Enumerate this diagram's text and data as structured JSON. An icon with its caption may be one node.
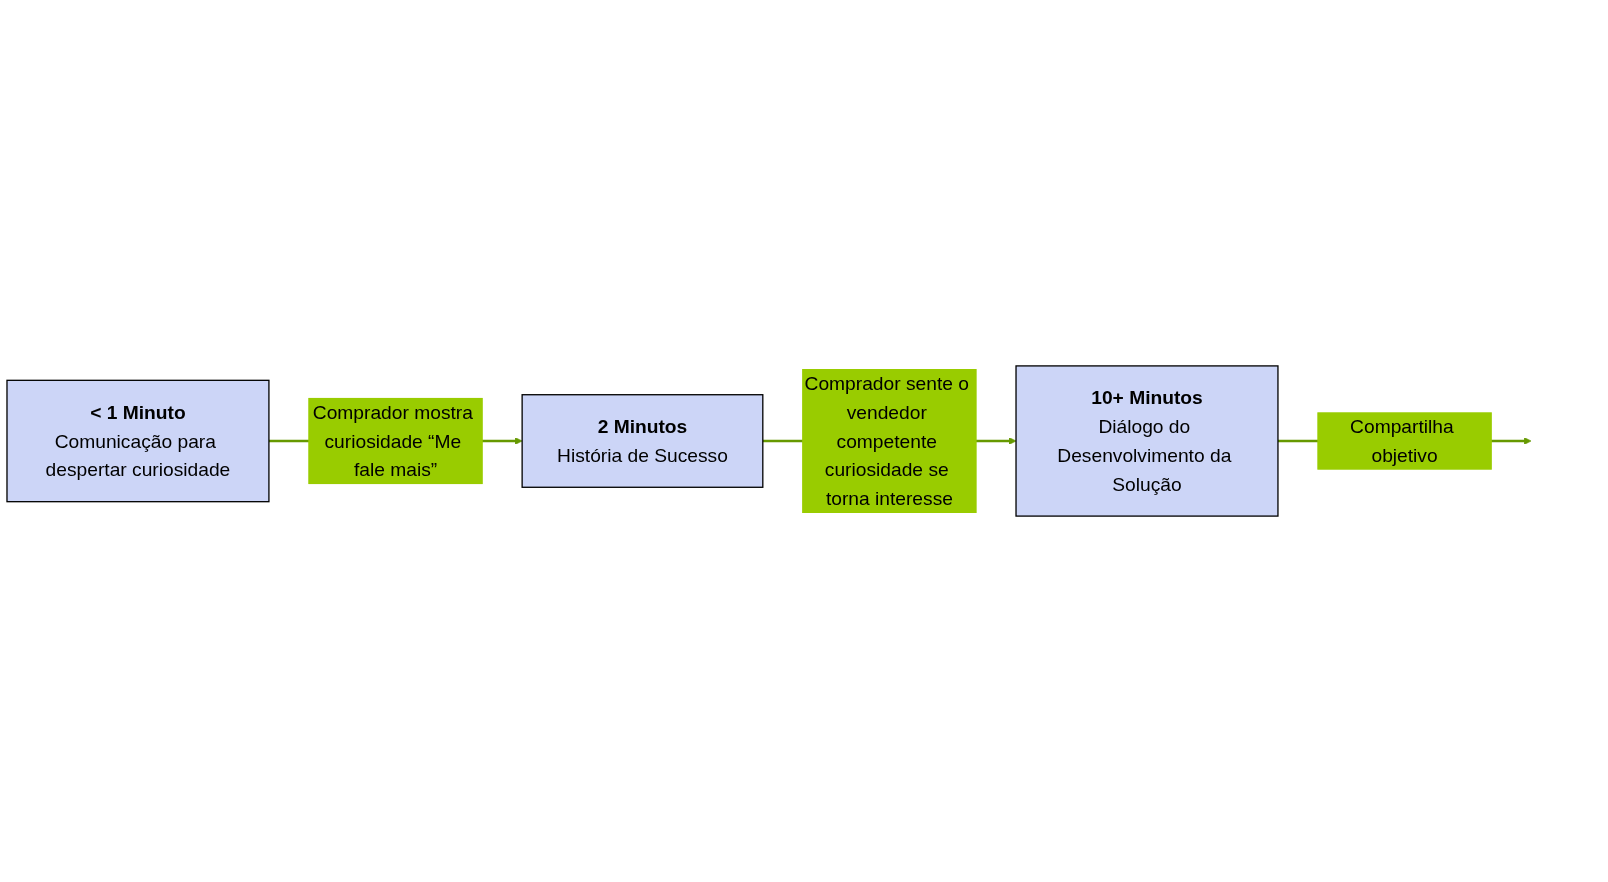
{
  "diagram": {
    "nodes": [
      {
        "text": [
          "< 1 Minuto",
          "Comunicação para despertar curiosidade"
        ]
      },
      {
        "text": [
          "2 Minutos",
          "História de Sucesso"
        ]
      },
      {
        "text": [
          "10+ Minutos",
          "Diálogo do Desenvolvimento da Solução"
        ]
      }
    ],
    "edges": [
      {
        "from": 0,
        "to": 1,
        "arrow": "to",
        "label": "Comprador mostra curiosidade “Me fale mais”"
      },
      {
        "from": 1,
        "to": 2,
        "arrow": "to",
        "label": "Comprador sente o vendedor competente curiosidade se torna interesse"
      },
      {
        "from": 2,
        "to": null,
        "arrow": "to",
        "label": "Compartilha objetivo"
      }
    ]
  }
}
